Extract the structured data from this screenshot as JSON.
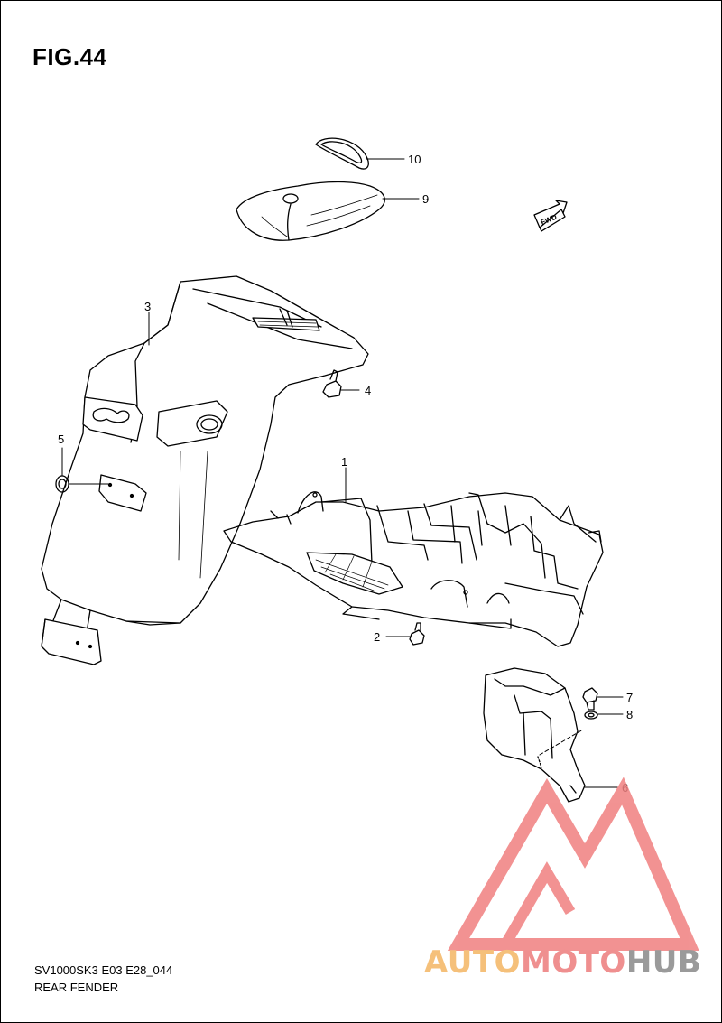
{
  "figure": {
    "title": "FIG.44",
    "fwd_label": "FWD"
  },
  "callouts": [
    {
      "id": "1",
      "label": "1"
    },
    {
      "id": "2",
      "label": "2"
    },
    {
      "id": "3",
      "label": "3"
    },
    {
      "id": "4",
      "label": "4"
    },
    {
      "id": "5",
      "label": "5"
    },
    {
      "id": "6",
      "label": "6"
    },
    {
      "id": "7",
      "label": "7"
    },
    {
      "id": "8",
      "label": "8"
    },
    {
      "id": "9",
      "label": "9"
    },
    {
      "id": "10",
      "label": "10"
    }
  ],
  "footer": {
    "code": "SV1000SK3 E03 E28_044",
    "name": "REAR FENDER"
  },
  "watermark": {
    "part1": "AUTO",
    "part2": "MOTO",
    "part3": "HUB",
    "colors": {
      "orange": "#f5c07a",
      "red": "#ef8f8f",
      "gray": "#9a9a9a"
    }
  }
}
